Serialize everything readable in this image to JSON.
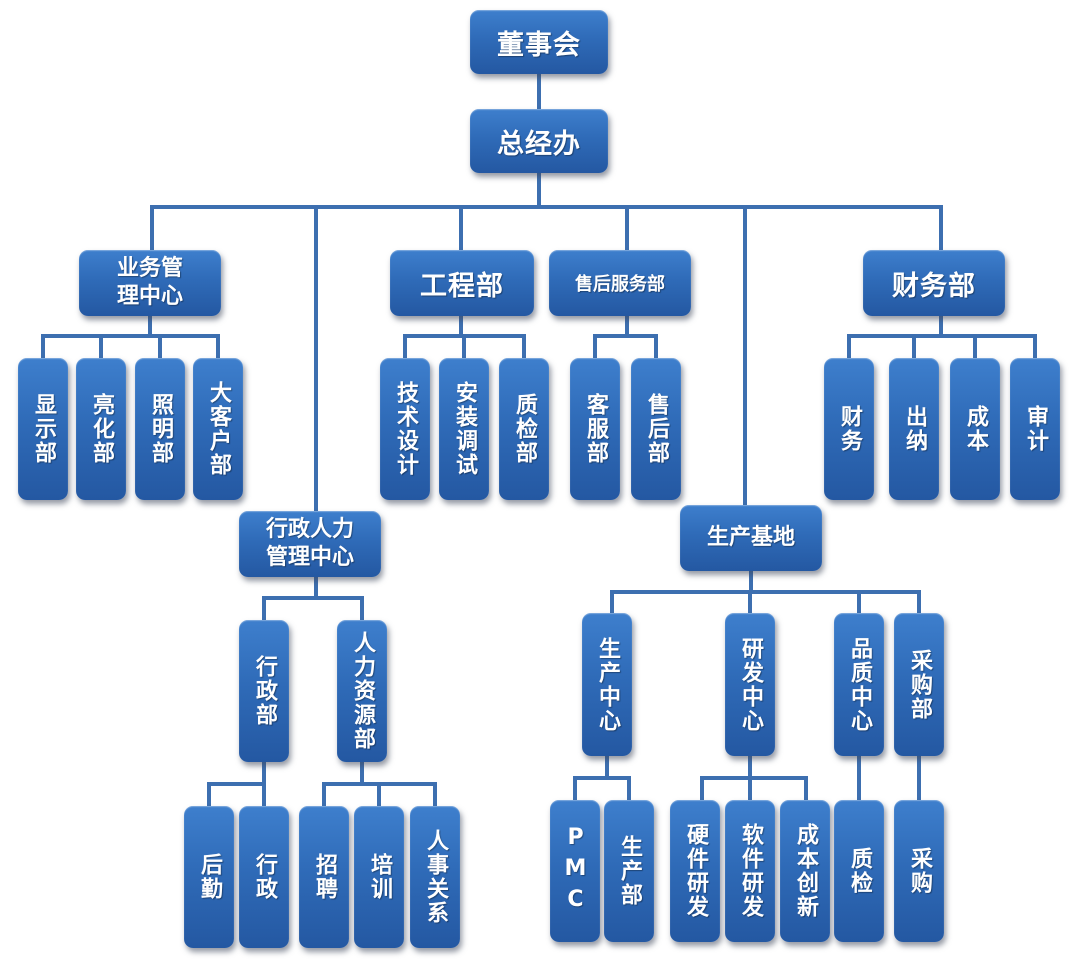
{
  "chart_data": {
    "type": "org-chart",
    "title": "",
    "root": {
      "id": "board",
      "label": "董事会",
      "children": [
        {
          "id": "gm",
          "label": "总经办",
          "children": [
            {
              "id": "biz",
              "label": "业务管理中心",
              "children": [
                {
                  "id": "biz-1",
                  "label": "显示部"
                },
                {
                  "id": "biz-2",
                  "label": "亮化部"
                },
                {
                  "id": "biz-3",
                  "label": "照明部"
                },
                {
                  "id": "biz-4",
                  "label": "大客户部"
                }
              ]
            },
            {
              "id": "admin",
              "label": "行政人力管理中心",
              "children": [
                {
                  "id": "admin-dept",
                  "label": "行政部",
                  "children": [
                    {
                      "id": "ad-1",
                      "label": "后勤"
                    },
                    {
                      "id": "ad-2",
                      "label": "行政"
                    }
                  ]
                },
                {
                  "id": "hr-dept",
                  "label": "人力资源部",
                  "children": [
                    {
                      "id": "hr-1",
                      "label": "招聘"
                    },
                    {
                      "id": "hr-2",
                      "label": "培训"
                    },
                    {
                      "id": "hr-3",
                      "label": "人事关系"
                    }
                  ]
                }
              ]
            },
            {
              "id": "eng",
              "label": "工程部",
              "children": [
                {
                  "id": "eng-1",
                  "label": "技术设计"
                },
                {
                  "id": "eng-2",
                  "label": "安装调试"
                },
                {
                  "id": "eng-3",
                  "label": "质检部"
                }
              ]
            },
            {
              "id": "svc",
              "label": "售后服务部",
              "children": [
                {
                  "id": "svc-1",
                  "label": "客服部"
                },
                {
                  "id": "svc-2",
                  "label": "售后部"
                }
              ]
            },
            {
              "id": "prod",
              "label": "生产基地",
              "children": [
                {
                  "id": "prod-c",
                  "label": "生产中心",
                  "children": [
                    {
                      "id": "pc-1",
                      "label": "PMC"
                    },
                    {
                      "id": "pc-2",
                      "label": "生产部"
                    }
                  ]
                },
                {
                  "id": "rd-c",
                  "label": "研发中心",
                  "children": [
                    {
                      "id": "rd-1",
                      "label": "硬件研发"
                    },
                    {
                      "id": "rd-2",
                      "label": "软件研发"
                    },
                    {
                      "id": "rd-3",
                      "label": "成本创新"
                    }
                  ]
                },
                {
                  "id": "qa-c",
                  "label": "品质中心",
                  "children": [
                    {
                      "id": "qa-1",
                      "label": "质检"
                    }
                  ]
                },
                {
                  "id": "pur",
                  "label": "采购部",
                  "children": [
                    {
                      "id": "pur-1",
                      "label": "采购"
                    }
                  ]
                }
              ]
            },
            {
              "id": "fin",
              "label": "财务部",
              "children": [
                {
                  "id": "fin-1",
                  "label": "财务"
                },
                {
                  "id": "fin-2",
                  "label": "出纳"
                },
                {
                  "id": "fin-3",
                  "label": "成本"
                },
                {
                  "id": "fin-4",
                  "label": "审计"
                }
              ]
            }
          ]
        }
      ]
    }
  },
  "nodes": {
    "board": "董事会",
    "gm": "总经办",
    "biz": "业务管理中心",
    "biz_line1": "业务管",
    "biz_line2": "理中心",
    "biz_1": "显示部",
    "biz_2": "亮化部",
    "biz_3": "照明部",
    "biz_4": "大客户部",
    "admin_line1": "行政人力",
    "admin_line2": "管理中心",
    "admin_dept": "行政部",
    "hr_dept": "人力资源部",
    "ad_1": "后勤",
    "ad_2": "行政",
    "hr_1": "招聘",
    "hr_2": "培训",
    "hr_3": "人事关系",
    "eng": "工程部",
    "eng_1": "技术设计",
    "eng_2": "安装调试",
    "eng_3": "质检部",
    "svc": "售后服务部",
    "svc_1": "客服部",
    "svc_2": "售后部",
    "prod": "生产基地",
    "prod_c": "生产中心",
    "rd_c": "研发中心",
    "qa_c": "品质中心",
    "pur": "采购部",
    "pc_1": "PMC",
    "pc_2": "生产部",
    "rd_1": "硬件研发",
    "rd_2": "软件研发",
    "rd_3": "成本创新",
    "qa_1": "质检",
    "pur_1": "采购",
    "fin": "财务部",
    "fin_1": "财务",
    "fin_2": "出纳",
    "fin_3": "成本",
    "fin_4": "审计"
  },
  "colors": {
    "node_fill": "#2f6bb8",
    "connector": "#3d6fb0",
    "text": "#ffffff"
  }
}
